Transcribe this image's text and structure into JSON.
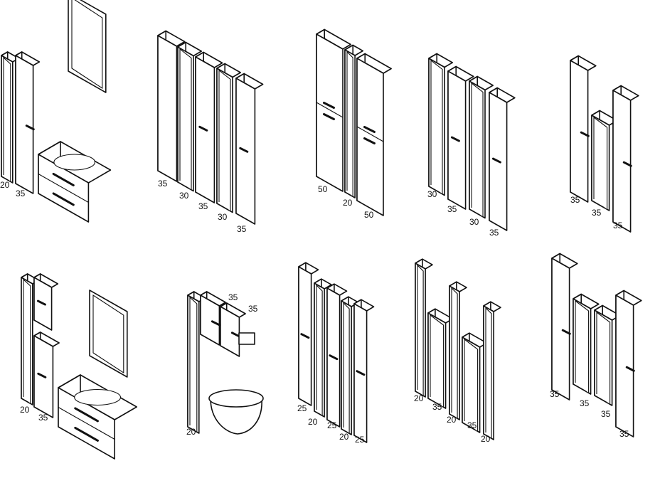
{
  "colors": {
    "line": "#111111",
    "background": "#ffffff"
  },
  "groups": [
    {
      "name": "set-1",
      "labels": [
        "20",
        "35"
      ]
    },
    {
      "name": "set-2",
      "labels": [
        "35",
        "30",
        "35",
        "30",
        "35"
      ]
    },
    {
      "name": "set-3",
      "labels": [
        "50",
        "20",
        "50"
      ]
    },
    {
      "name": "set-4",
      "labels": [
        "30",
        "35",
        "30",
        "35"
      ]
    },
    {
      "name": "set-5",
      "labels": [
        "35",
        "35",
        "35"
      ]
    },
    {
      "name": "set-6",
      "labels": [
        "20",
        "35"
      ]
    },
    {
      "name": "set-7",
      "labels": [
        "20",
        "35",
        "35"
      ]
    },
    {
      "name": "set-8",
      "labels": [
        "25",
        "20",
        "25",
        "20",
        "25"
      ]
    },
    {
      "name": "set-9",
      "labels": [
        "20",
        "35",
        "20",
        "35",
        "20"
      ]
    },
    {
      "name": "set-10",
      "labels": [
        "35",
        "35",
        "35",
        "35"
      ]
    }
  ]
}
